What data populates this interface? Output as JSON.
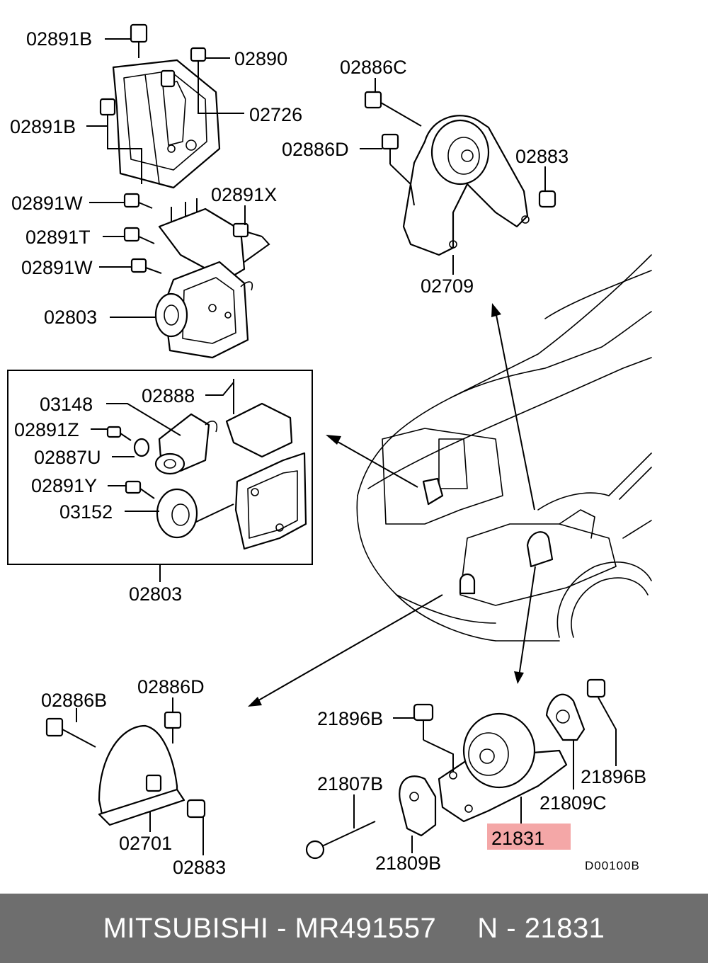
{
  "labels": {
    "p02891B_top": "02891B",
    "p02890": "02890",
    "p02726": "02726",
    "p02891B_mid": "02891B",
    "p02891W_a": "02891W",
    "p02891X": "02891X",
    "p02891T": "02891T",
    "p02891W_b": "02891W",
    "p02803_top": "02803",
    "p03148": "03148",
    "p02888": "02888",
    "p02891Z": "02891Z",
    "p02887U": "02887U",
    "p02891Y": "02891Y",
    "p03152": "03152",
    "p02803_box": "02803",
    "p02886C": "02886C",
    "p02886D_top": "02886D",
    "p02883_top": "02883",
    "p02709": "02709",
    "p02886B": "02886B",
    "p02886D_bot": "02886D",
    "p02701": "02701",
    "p02883_bot": "02883",
    "p21896B_left": "21896B",
    "p21807B": "21807B",
    "p21831": "21831",
    "p21896B_right": "21896B",
    "p21809C": "21809C",
    "p21809B": "21809B"
  },
  "diagram_code": "D00100B",
  "highlighted_part": "21831",
  "highlight_color": "#f4a7a7",
  "footer": {
    "text": "MITSUBISHI - MR491557     N - 21831",
    "background": "#6e6e6e"
  }
}
